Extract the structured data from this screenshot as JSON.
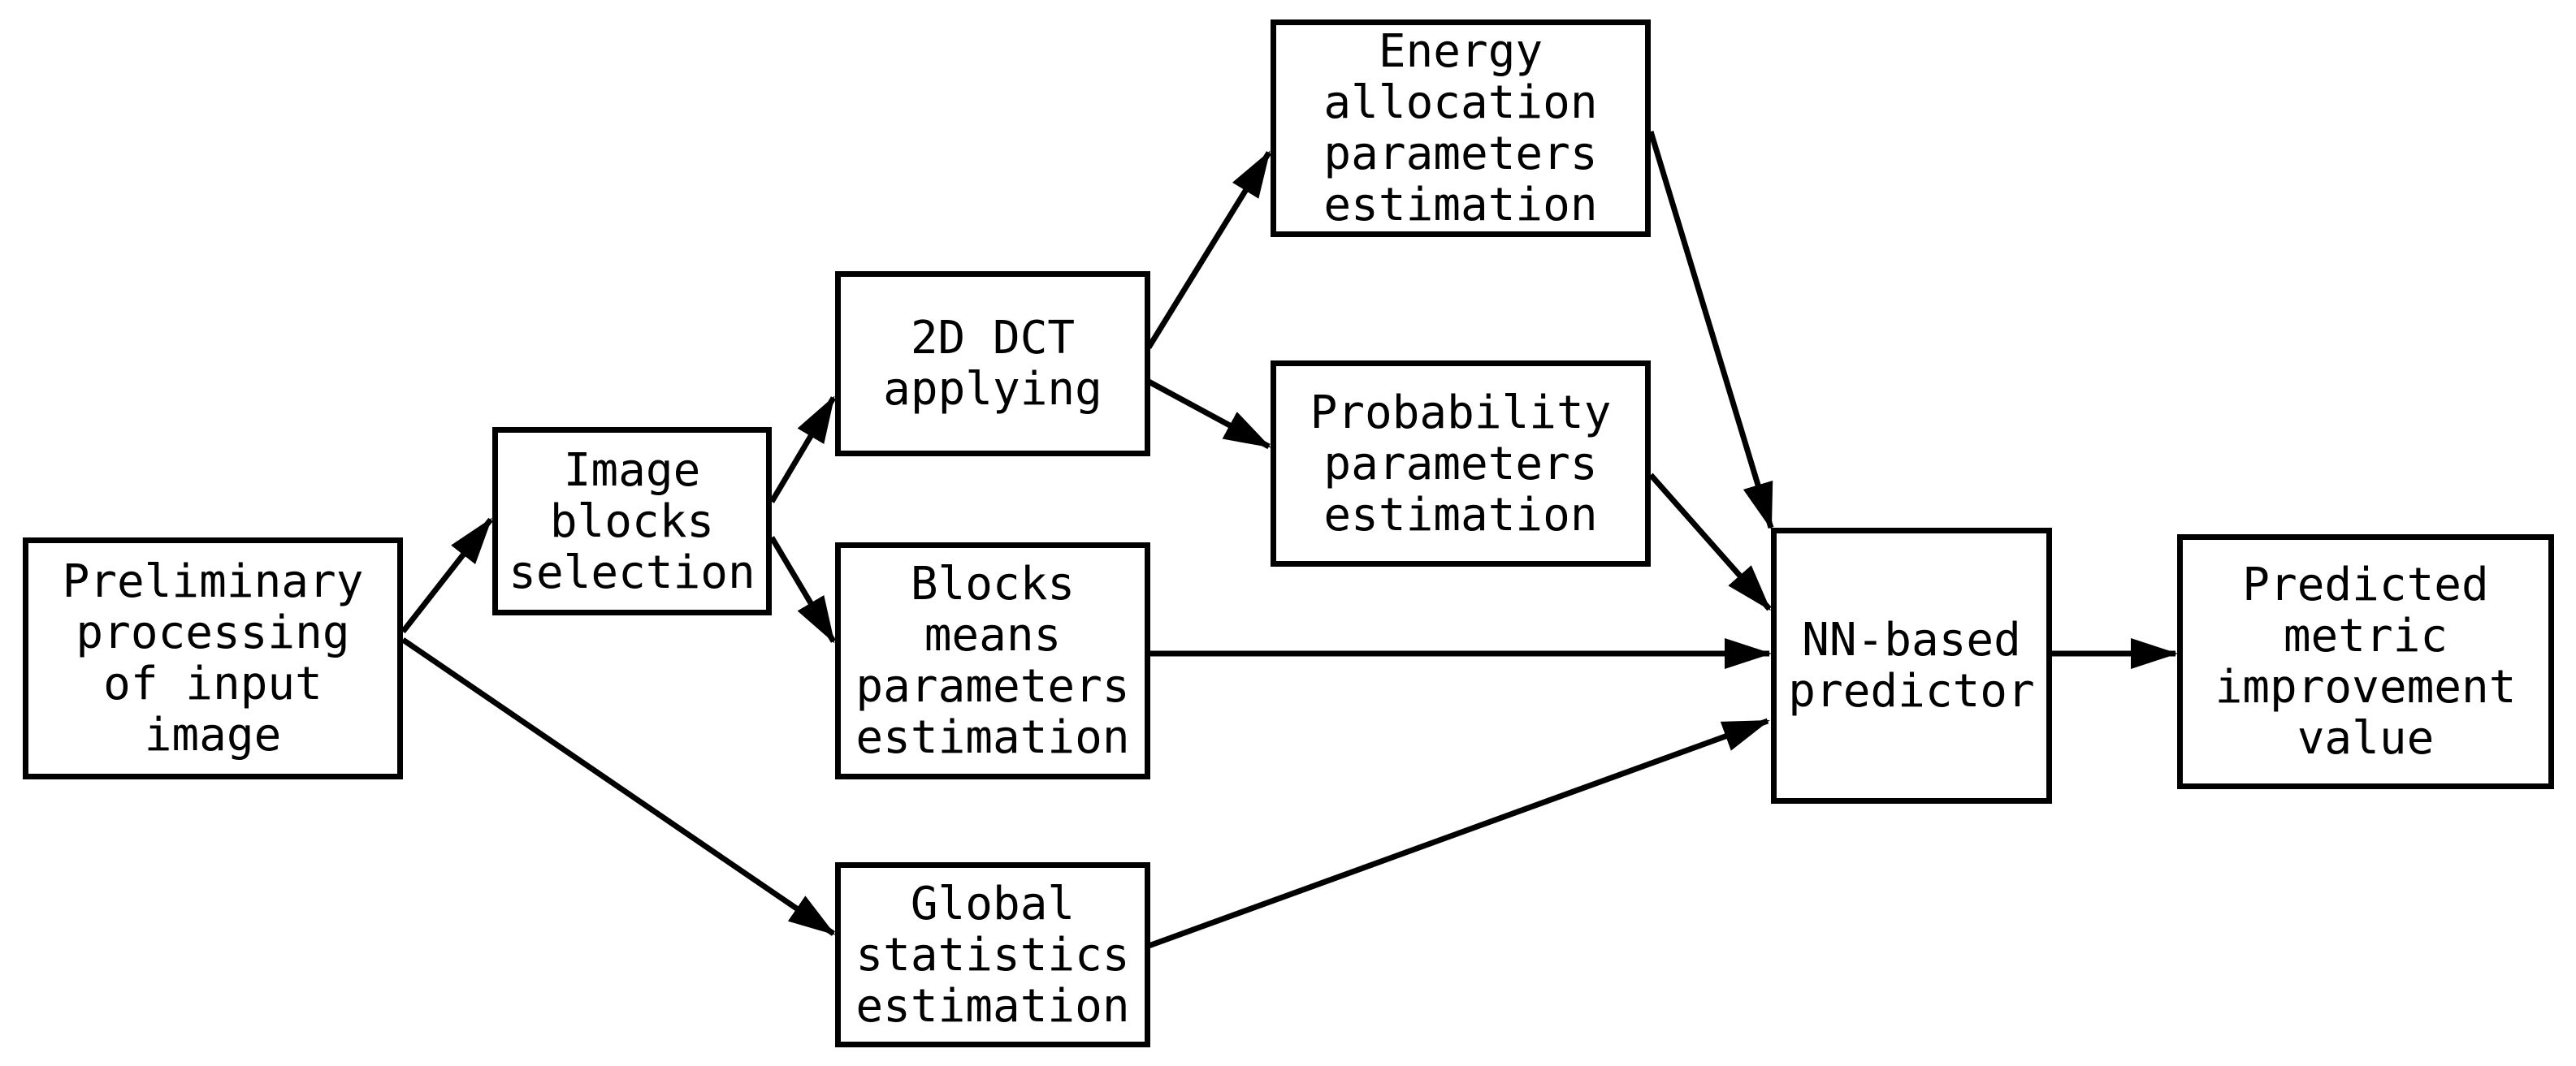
{
  "diagram": {
    "type": "flowchart",
    "colors": {
      "stroke": "#000000",
      "background": "#ffffff",
      "text": "#000000"
    },
    "nodes": [
      {
        "id": "preliminary-processing",
        "label": "Preliminary\nprocessing\nof input\nimage"
      },
      {
        "id": "image-blocks-selection",
        "label": "Image\nblocks\nselection"
      },
      {
        "id": "2d-dct-applying",
        "label": "2D DCT\napplying"
      },
      {
        "id": "energy-allocation-parameters-estimation",
        "label": "Energy\nallocation\nparameters\nestimation"
      },
      {
        "id": "probability-parameters-estimation",
        "label": "Probability\nparameters\nestimation"
      },
      {
        "id": "blocks-means-parameters-estimation",
        "label": "Blocks\nmeans\nparameters\nestimation"
      },
      {
        "id": "global-statistics-estimation",
        "label": "Global\nstatistics\nestimation"
      },
      {
        "id": "nn-based-predictor",
        "label": "NN-based\npredictor"
      },
      {
        "id": "predicted-metric-improvement-value",
        "label": "Predicted\nmetric\nimprovement\nvalue"
      }
    ],
    "edges": [
      {
        "from": "preliminary-processing",
        "to": "image-blocks-selection"
      },
      {
        "from": "preliminary-processing",
        "to": "global-statistics-estimation"
      },
      {
        "from": "image-blocks-selection",
        "to": "2d-dct-applying"
      },
      {
        "from": "image-blocks-selection",
        "to": "blocks-means-parameters-estimation"
      },
      {
        "from": "2d-dct-applying",
        "to": "energy-allocation-parameters-estimation"
      },
      {
        "from": "2d-dct-applying",
        "to": "probability-parameters-estimation"
      },
      {
        "from": "energy-allocation-parameters-estimation",
        "to": "nn-based-predictor"
      },
      {
        "from": "probability-parameters-estimation",
        "to": "nn-based-predictor"
      },
      {
        "from": "blocks-means-parameters-estimation",
        "to": "nn-based-predictor"
      },
      {
        "from": "global-statistics-estimation",
        "to": "nn-based-predictor"
      },
      {
        "from": "nn-based-predictor",
        "to": "predicted-metric-improvement-value"
      }
    ]
  }
}
